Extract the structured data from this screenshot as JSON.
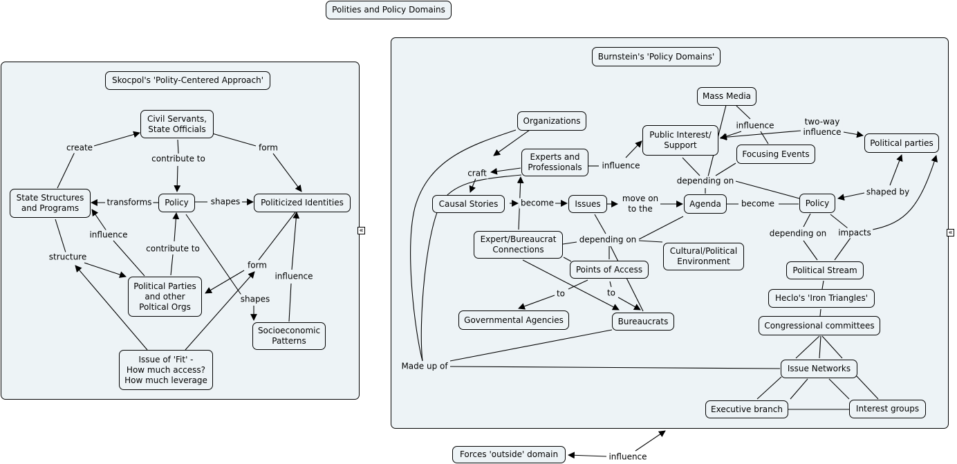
{
  "title": "Polities and Policy Domains",
  "collapse_glyph": "«",
  "skocpol": {
    "title": "Skocpol's 'Polity-Centered Approach'",
    "nodes": {
      "civil_servants": "Civil Servants,\nState Officials",
      "state_structures": "State Structures\nand Programs",
      "policy": "Policy",
      "politicized_identities": "Politicized Identities",
      "political_parties": "Political Parties\nand other\nPoltical Orgs",
      "socioeconomic": "Socioeconomic\nPatterns",
      "issue_of_fit": "Issue of 'Fit' -\nHow much access?\nHow much leverage"
    },
    "links": {
      "create": "create",
      "contribute_to_1": "contribute to",
      "form_1": "form",
      "transforms": "transforms",
      "shapes_1": "shapes",
      "influence_1": "influence",
      "contribute_to_2": "contribute to",
      "structure": "structure",
      "form_2": "form",
      "shapes_2": "shapes",
      "influence_2": "influence"
    }
  },
  "burnstein": {
    "title": "Burnstein's 'Policy Domains'",
    "nodes": {
      "mass_media": "Mass Media",
      "organizations": "Organizations",
      "public_interest": "Public Interest/\nSupport",
      "focusing_events": "Focusing Events",
      "political_parties": "Political parties",
      "experts": "Experts and\nProfessionals",
      "causal_stories": "Causal Stories",
      "issues": "Issues",
      "agenda": "Agenda",
      "policy": "Policy",
      "expert_bureaucrat": "Expert/Bureaucrat\nConnections",
      "cultural_political": "Cultural/Political\nEnvironment",
      "points_of_access": "Points of Access",
      "political_stream": "Political Stream",
      "governmental_agencies": "Governmental Agencies",
      "bureaucrats": "Bureaucrats",
      "heclo": "Heclo's 'Iron Triangles'",
      "congressional": "Congressional committees",
      "issue_networks": "Issue Networks",
      "executive_branch": "Executive branch",
      "interest_groups": "Interest groups"
    },
    "links": {
      "influence_media": "influence",
      "two_way": "two-way\ninfluence",
      "craft": "craft",
      "influence_experts": "influence",
      "depending_on_top": "depending on",
      "become_1": "become",
      "move_on": "move on\nto the",
      "become_2": "become",
      "shaped_by": "shaped by",
      "depending_on_mid": "depending on",
      "depending_on_right": "depending on",
      "impacts": "impacts",
      "to_1": "to",
      "to_2": "to",
      "made_up_of": "Made up of"
    }
  },
  "outside": {
    "node": "Forces 'outside' domain",
    "link": "influence"
  }
}
